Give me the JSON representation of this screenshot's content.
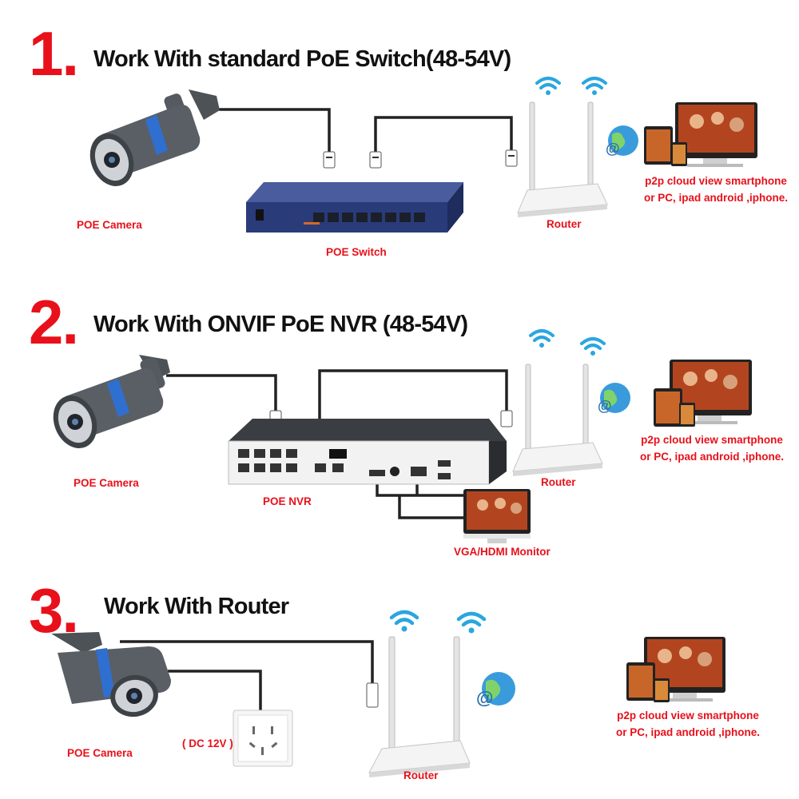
{
  "sections": [
    {
      "number": "1.",
      "title": "Work With standard PoE Switch(48-54V)",
      "camera_label": "POE Camera",
      "device_label": "POE Switch",
      "router_label": "Router",
      "cloud_label_line1": "p2p cloud  view smartphone",
      "cloud_label_line2": "or PC, ipad android ,iphone."
    },
    {
      "number": "2.",
      "title": "Work With ONVIF PoE NVR (48-54V)",
      "camera_label": "POE Camera",
      "device_label": "POE NVR",
      "router_label": "Router",
      "monitor_label": "VGA/HDMI Monitor",
      "cloud_label_line1": "p2p cloud  view smartphone",
      "cloud_label_line2": "or PC, ipad android ,iphone."
    },
    {
      "number": "3.",
      "title": "Work With Router",
      "camera_label": "POE Camera",
      "power_label": "( DC 12V )",
      "router_label": "Router",
      "cloud_label_line1": "p2p cloud  view smartphone",
      "cloud_label_line2": "or PC, ipad android ,iphone."
    }
  ],
  "colors": {
    "accent": "#e8101a",
    "cable": "#222222",
    "wifi": "#2aa6e0",
    "switch_body": "#2a3b7a"
  },
  "icons": [
    "bullet-camera-icon",
    "poe-switch-icon",
    "nvr-icon",
    "router-icon",
    "wifi-icon",
    "cloud-globe-icon",
    "devices-icon",
    "monitor-icon",
    "wall-socket-icon"
  ]
}
